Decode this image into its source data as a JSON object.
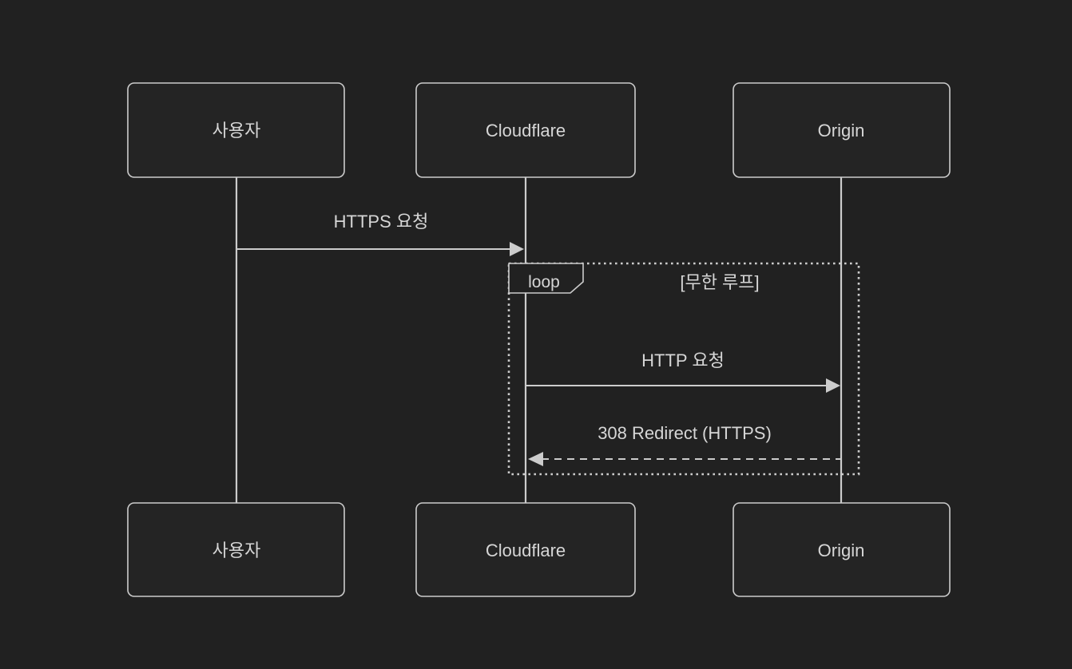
{
  "diagram": {
    "type": "sequence",
    "actors": [
      {
        "id": "user",
        "label": "사용자"
      },
      {
        "id": "cloudflare",
        "label": "Cloudflare"
      },
      {
        "id": "origin",
        "label": "Origin"
      }
    ],
    "messages": [
      {
        "from": "사용자",
        "to": "Cloudflare",
        "label": "HTTPS 요청",
        "style": "solid"
      },
      {
        "from": "Cloudflare",
        "to": "Origin",
        "label": "HTTP 요청",
        "style": "solid"
      },
      {
        "from": "Origin",
        "to": "Cloudflare",
        "label": "308 Redirect (HTTPS)",
        "style": "dashed"
      }
    ],
    "loop": {
      "keyword": "loop",
      "condition": "[무한 루프]"
    }
  },
  "colors": {
    "background": "#212121",
    "box_fill": "#242424",
    "line": "#cccccc",
    "text": "#d6d6d6"
  }
}
